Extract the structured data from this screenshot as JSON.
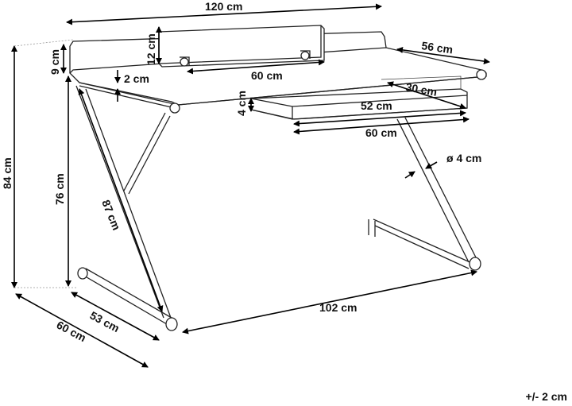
{
  "dimensions": {
    "total_width": "120 cm",
    "shelf_height": "12 cm",
    "rim_height": "9 cm",
    "total_depth": "56 cm",
    "shelf_width": "60 cm",
    "top_thickness": "2 cm",
    "drawer_depth": "30 cm",
    "drawer_height": "4 cm",
    "drawer_inner_width": "52 cm",
    "drawer_width": "60 cm",
    "leg_diameter": "ø 4 cm",
    "total_height": "84 cm",
    "desk_height": "76 cm",
    "leg_diagonal": "87 cm",
    "foot_length_outer": "60 cm",
    "foot_length_inner": "53 cm",
    "floor_width": "102 cm"
  },
  "tolerance": "+/- 2 cm",
  "colors": {
    "line": "#222222",
    "dimension": "#000000",
    "background": "#ffffff"
  }
}
